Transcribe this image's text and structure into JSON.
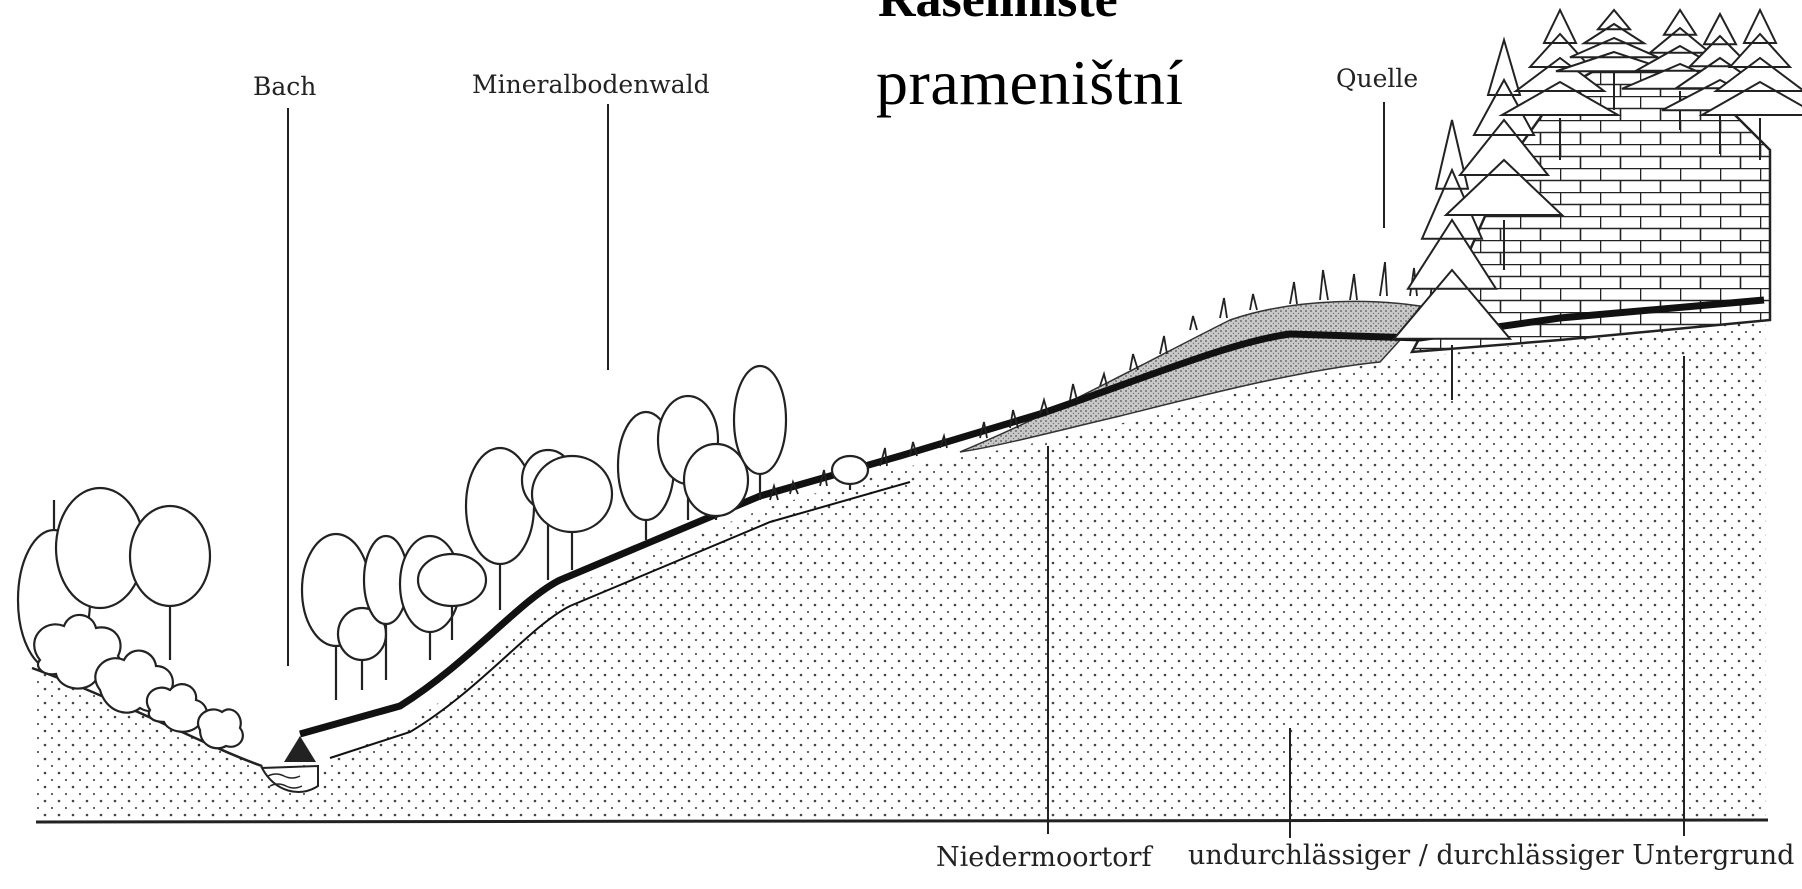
{
  "title": {
    "line1": "Rašeliniště",
    "line2": "prameništní"
  },
  "labels": {
    "bach": "Bach",
    "mineralbodenwald": "Mineralbodenwald",
    "quelle": "Quelle",
    "niedermoortorf": "Niedermoortorf",
    "untergrund": "undurchlässiger / durchlässiger Untergrund"
  },
  "icons": [
    "tree-icon",
    "conifer-icon",
    "shrub-icon",
    "grass-icon",
    "water-triangle-icon"
  ]
}
